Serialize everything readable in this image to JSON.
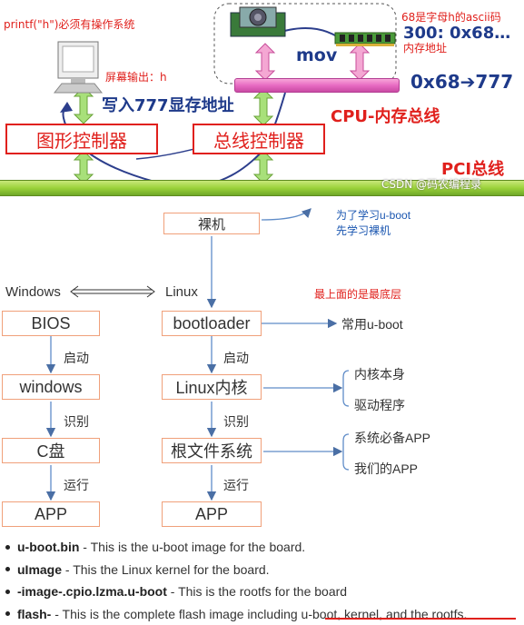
{
  "top": {
    "printf_note": "printf(\"h\")必须有操作系统",
    "ascii_note": "68是字母h的ascii码",
    "addr_value": "300: 0x68…",
    "mem_addr_label": "内存地址",
    "mov_label": "mov",
    "screen_output": "屏幕输出：h",
    "write_vram": "写入777显存地址",
    "store_value": "0x68➔777",
    "cpu_bus": "CPU-内存总线",
    "graphics_ctrl": "图形控制器",
    "bus_ctrl": "总线控制器",
    "pci_bus": "PCI总线",
    "watermark": "CSDN @码农编程录"
  },
  "diagram": {
    "bare": "裸机",
    "note_line1": "为了学习u-boot",
    "note_line2": "先学习裸机",
    "windows": "Windows",
    "linux": "Linux",
    "bottom_note": "最上面的是最底层",
    "left_col": [
      "BIOS",
      "windows",
      "C盘",
      "APP"
    ],
    "right_col": [
      "bootloader",
      "Linux内核",
      "根文件系统",
      "APP"
    ],
    "left_steps": [
      "启动",
      "识别",
      "运行"
    ],
    "right_steps": [
      "启动",
      "识别",
      "运行"
    ],
    "common_uboot": "常用u-boot",
    "kernel_items": [
      "内核本身",
      "驱动程序"
    ],
    "rootfs_items": [
      "系统必备APP",
      "我们的APP"
    ]
  },
  "bullets": [
    {
      "name": "u-boot.bin",
      "text": " - This is the u-boot image for the board."
    },
    {
      "name": "uImage",
      "text": " - This the Linux kernel for the board."
    },
    {
      "name": "-image-.cpio.lzma.u-boot",
      "text": " - This is the rootfs for the board"
    },
    {
      "name": "flash-",
      "text": " - This is the complete flash image including u-boot, kernel, and the rootfs."
    }
  ]
}
